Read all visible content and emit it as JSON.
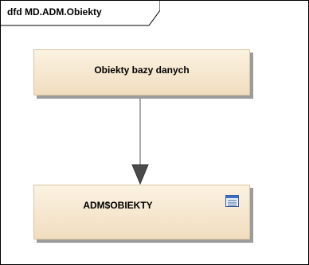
{
  "diagram": {
    "frame_title": "dfd MD.ADM.Obiekty",
    "nodes": [
      {
        "id": "obiekty-bazy-danych",
        "label": "Obiekty bazy danych"
      },
      {
        "id": "adm-obiekty",
        "label": "ADM$OBIEKTY",
        "icon": "table-icon"
      }
    ],
    "edges": [
      {
        "from": "obiekty-bazy-danych",
        "to": "adm-obiekty"
      }
    ]
  }
}
